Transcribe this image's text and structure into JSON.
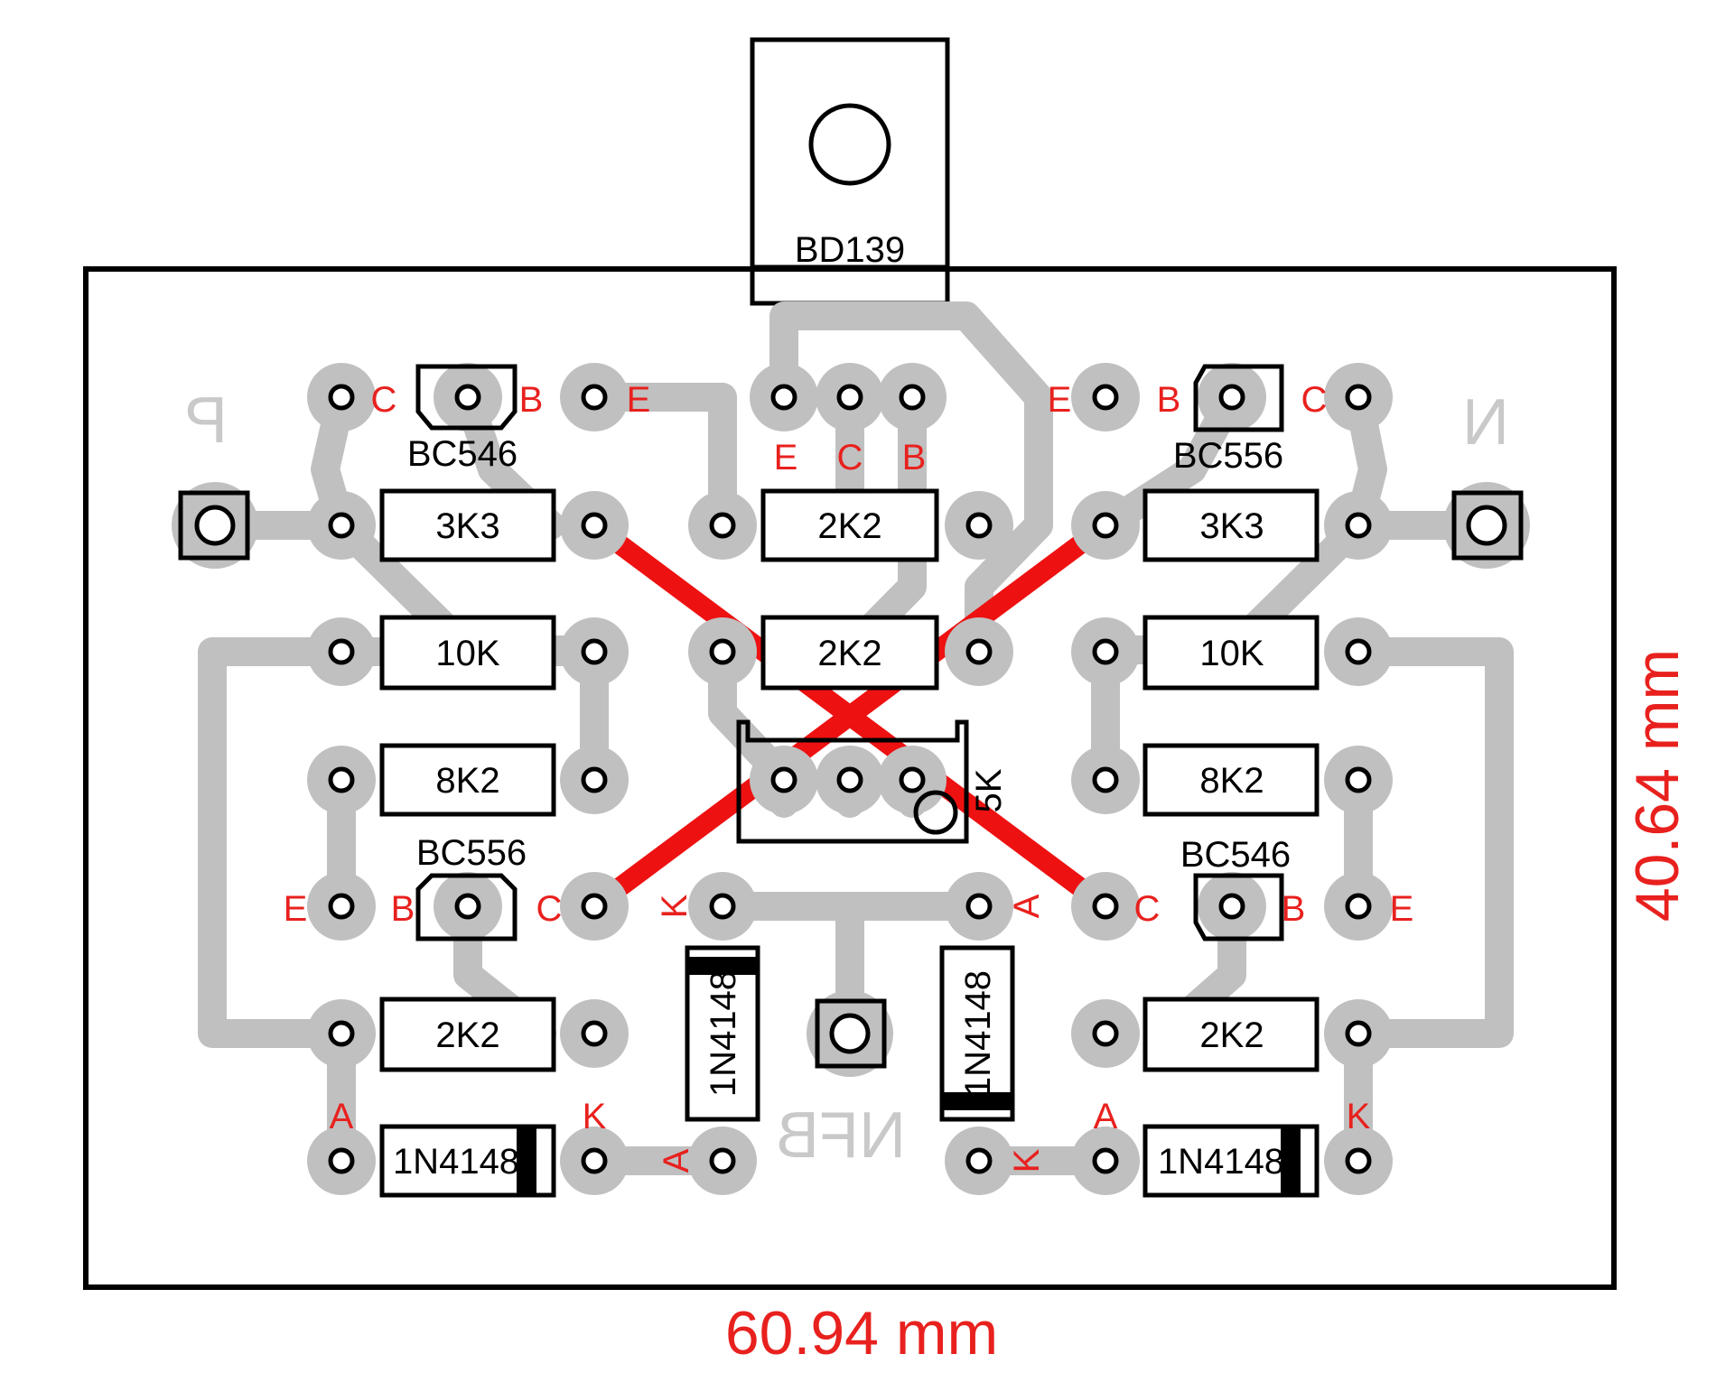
{
  "components": {
    "bd139": "BD139",
    "q_tl": "BC546",
    "q_tr": "BC556",
    "q_bl": "BC556",
    "q_br": "BC546",
    "r_tl": "3K3",
    "r_tm": "2K2",
    "r_tr": "3K3",
    "r_ml": "10K",
    "r_mm": "2K2",
    "r_mr": "10K",
    "r_l8": "8K2",
    "r_r8": "8K2",
    "r_bl": "2K2",
    "r_br": "2K2",
    "pot": "5K",
    "d_bl": "1N4148",
    "d_br": "1N4148",
    "d_vl": "1N4148",
    "d_vr": "1N4148"
  },
  "pins": {
    "tl_c": "C",
    "tl_b": "B",
    "tl_e": "E",
    "tr_e": "E",
    "tr_b": "B",
    "tr_c": "C",
    "bd_e": "E",
    "bd_c": "C",
    "bd_b": "B",
    "bl_e": "E",
    "bl_b": "B",
    "bl_c": "C",
    "br_c": "C",
    "br_b": "B",
    "br_e": "E",
    "dv_k": "K",
    "dv_a": "A",
    "dbl_a": "A",
    "dbl_k": "K",
    "dbl_a2": "A",
    "dbr_k": "K",
    "dbr_a": "A",
    "dbr_k2": "K"
  },
  "silk": {
    "left_pad": "P",
    "right_pad": "N",
    "bottom_pad": "NFB"
  },
  "dimensions": {
    "width": "60.94 mm",
    "height": "40.64 mm"
  },
  "colors": {
    "trace": "#c0c0c0",
    "jumper": "#ee1111",
    "label": "#e8211e",
    "outline": "#000000"
  }
}
